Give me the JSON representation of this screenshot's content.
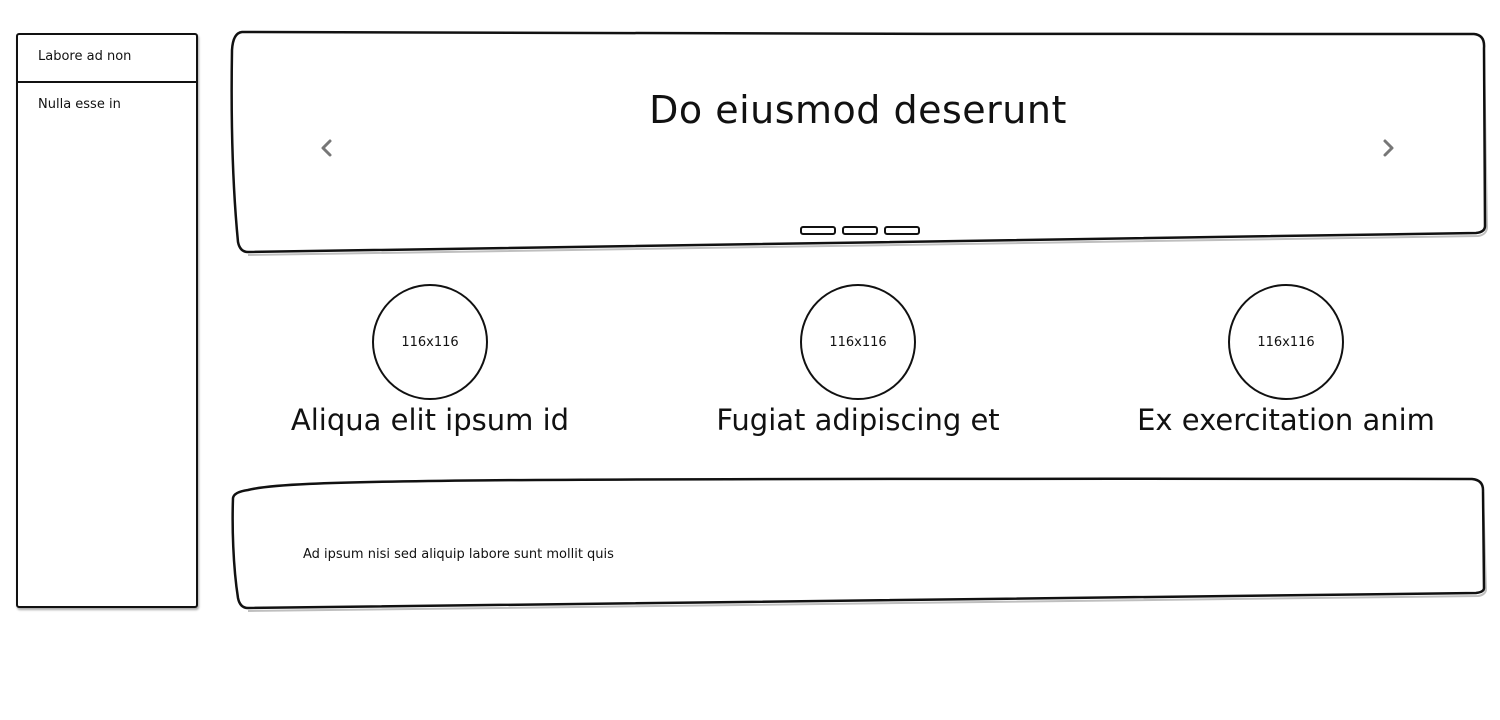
{
  "sidebar": {
    "items": [
      {
        "label": "Labore ad non"
      },
      {
        "label": "Nulla esse in"
      }
    ]
  },
  "carousel": {
    "title": "Do eiusmod deserunt",
    "prev_icon": "chevron-left-icon",
    "next_icon": "chevron-right-icon",
    "slide_count": 3,
    "active_slide": 1
  },
  "features": [
    {
      "image_label": "116x116",
      "title": "Aliqua elit ipsum id"
    },
    {
      "image_label": "116x116",
      "title": "Fugiat adipiscing et"
    },
    {
      "image_label": "116x116",
      "title": "Ex exercitation anim"
    }
  ],
  "text_panel": {
    "text": "Ad ipsum nisi sed aliquip labore sunt mollit quis"
  },
  "colors": {
    "stroke": "#111111",
    "arrow": "#777777",
    "background": "#ffffff"
  }
}
